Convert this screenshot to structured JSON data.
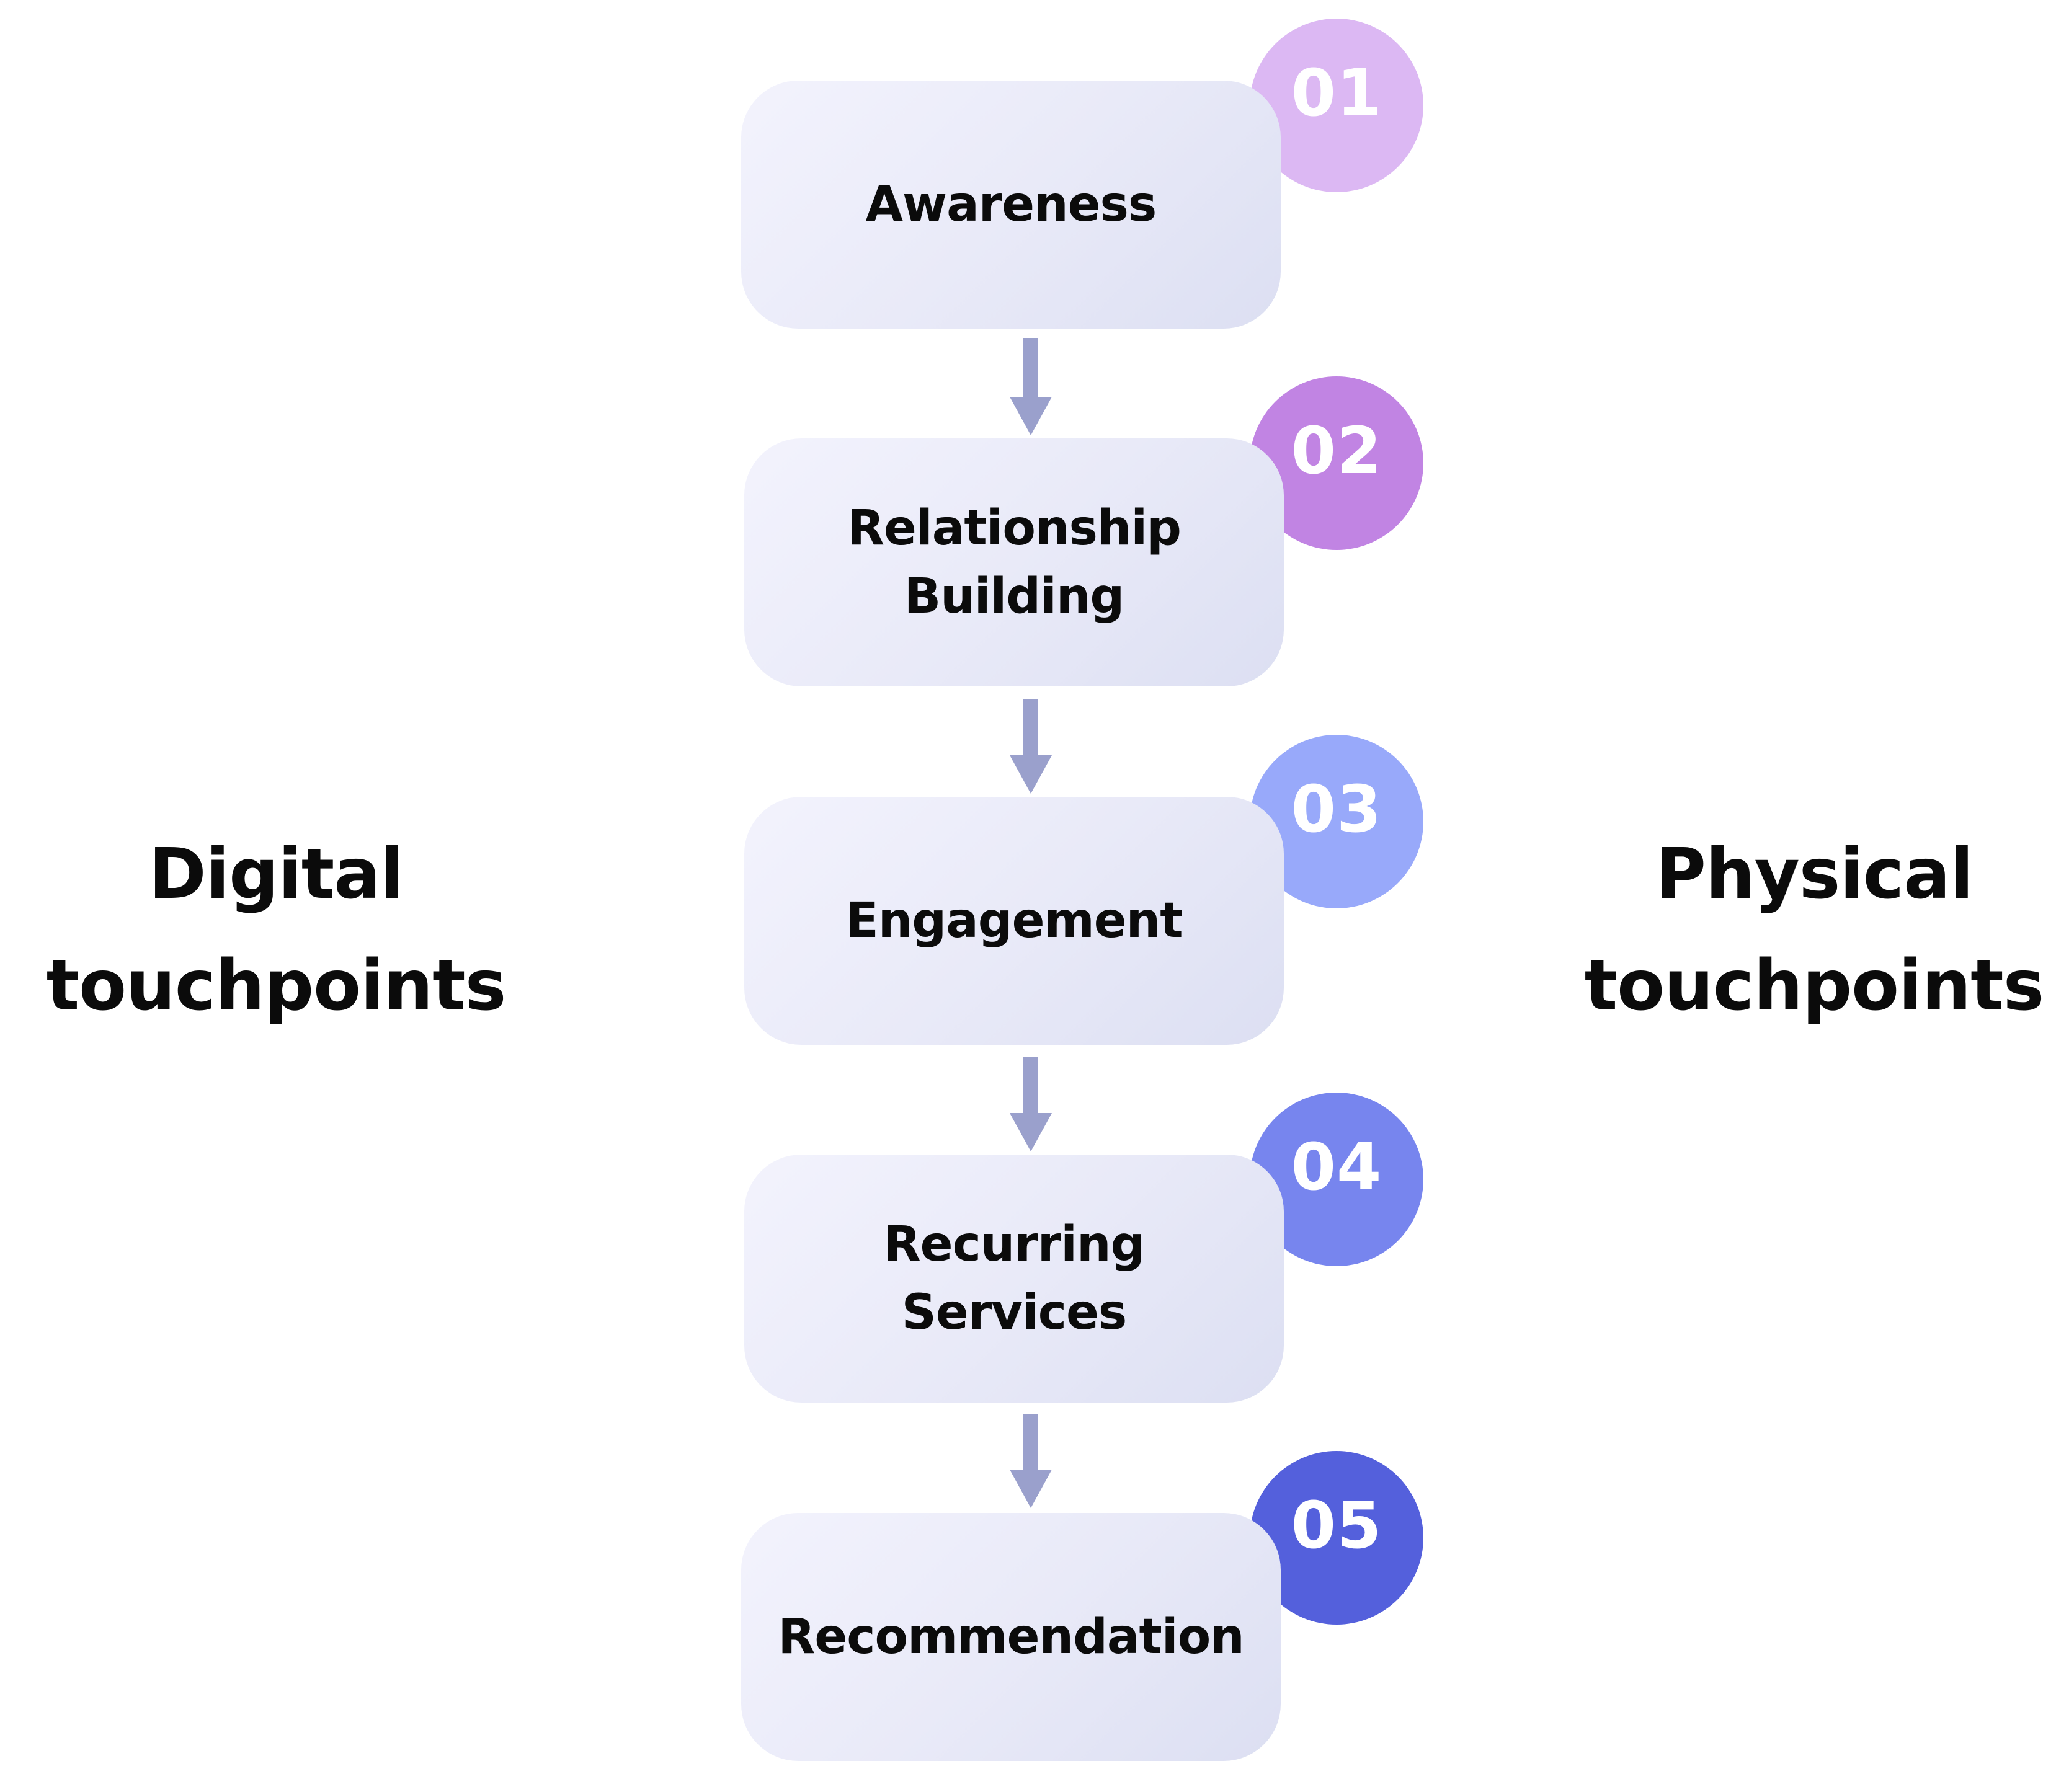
{
  "left_label": {
    "line1": "Digital",
    "line2": "touchpoints"
  },
  "right_label": {
    "line1": "Physical",
    "line2": "touchpoints"
  },
  "steps": [
    {
      "number": "01",
      "lines": [
        "Awareness"
      ],
      "badge_color": "#dcb8f3"
    },
    {
      "number": "02",
      "lines": [
        "Relationship",
        "Building"
      ],
      "badge_color": "#c184e3"
    },
    {
      "number": "03",
      "lines": [
        "Engagement"
      ],
      "badge_color": "#98a9fa"
    },
    {
      "number": "04",
      "lines": [
        "Recurring",
        "Services"
      ],
      "badge_color": "#7785ee"
    },
    {
      "number": "05",
      "lines": [
        "Recommendation"
      ],
      "badge_color": "#5460dc"
    }
  ],
  "colors": {
    "arrow": "#9aa0cc",
    "text": "#0b0b0b",
    "box_gradient_start": "#f3f3fd",
    "box_gradient_end": "#dcdff2"
  }
}
